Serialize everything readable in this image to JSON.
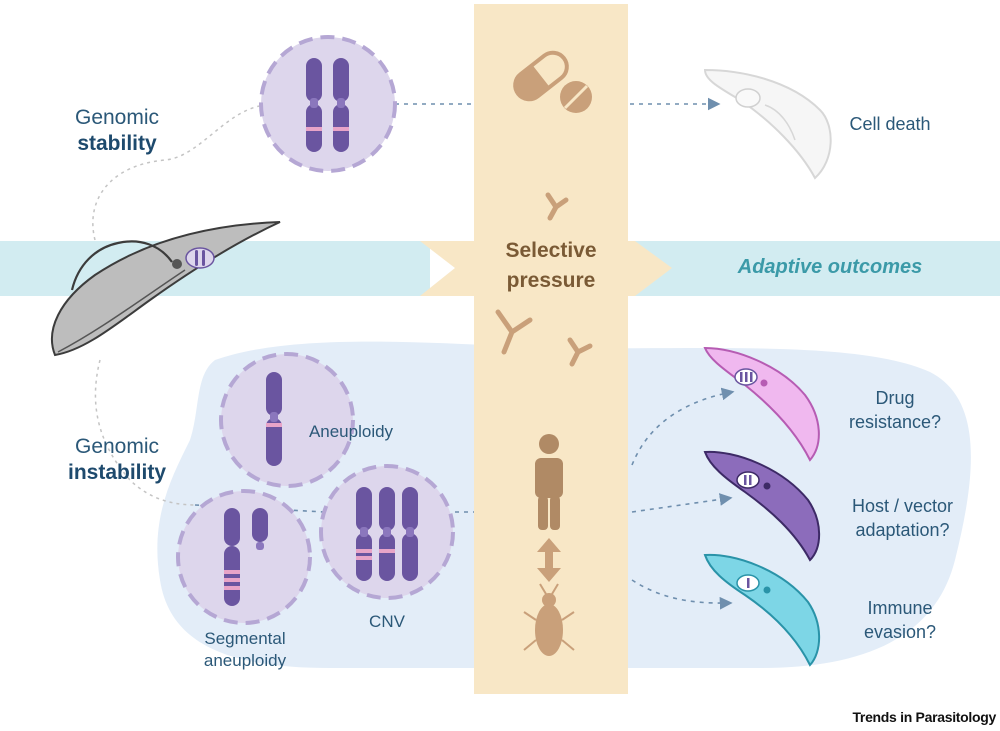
{
  "diagram": {
    "stability_label": {
      "line1": "Genomic",
      "line2": "stability"
    },
    "instability_label": {
      "line1": "Genomic",
      "line2": "instability"
    },
    "selective_pressure": {
      "line1": "Selective",
      "line2": "pressure"
    },
    "adaptive_outcomes": "Adaptive outcomes",
    "cell_death": "Cell death",
    "karyotypes": {
      "aneuploidy": "Aneuploidy",
      "cnv": "CNV",
      "segmental": {
        "line1": "Segmental",
        "line2": "aneuploidy"
      }
    },
    "outcomes": [
      {
        "line1": "Drug",
        "line2": "resistance?",
        "color": "#e39be0"
      },
      {
        "line1": "Host / vector",
        "line2": "adaptation?",
        "color": "#7a5ca6"
      },
      {
        "line1": "Immune",
        "line2": "evasion?",
        "color": "#5fc6d8"
      }
    ],
    "pressure_icons": [
      "pill-icon",
      "tablet-icon",
      "antibody-icon",
      "human-icon",
      "double-arrow-icon",
      "insect-vector-icon"
    ]
  },
  "credit": "Trends in Parasitology",
  "colors": {
    "band": "#f8e7c6",
    "blue_band": "#d2ecf1",
    "circle_fill": "#ddd6ec",
    "circle_stroke": "#b5a7d4",
    "chromosome": "#6a55a0",
    "chromosome_band": "#e8a4c8",
    "pressure_icon": "#c9a07a",
    "blob": "#e3edf8"
  }
}
